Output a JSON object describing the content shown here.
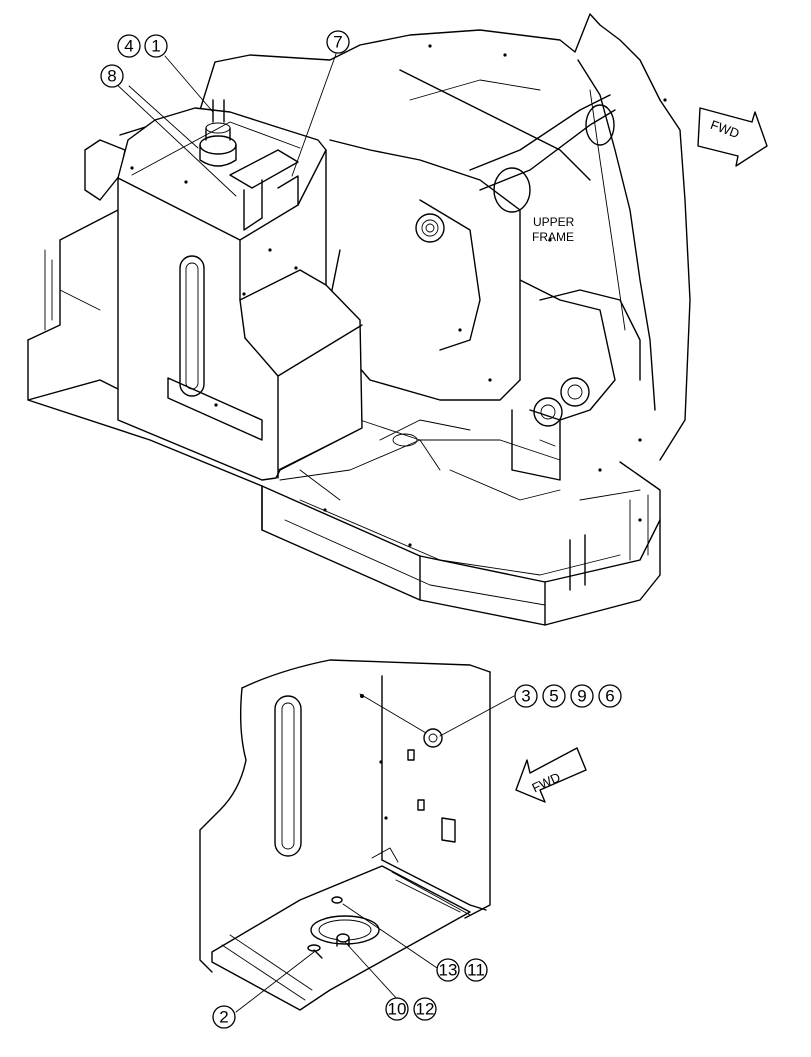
{
  "upper_frame_label": [
    "UPPER",
    "FRAME"
  ],
  "fwd_label": "FWD",
  "callouts": {
    "c4": "4",
    "c1": "1",
    "c7": "7",
    "c8": "8",
    "c3": "3",
    "c5": "5",
    "c9": "9",
    "c6": "6",
    "c13": "13",
    "c11": "11",
    "c2": "2",
    "c10": "10",
    "c12": "12"
  }
}
